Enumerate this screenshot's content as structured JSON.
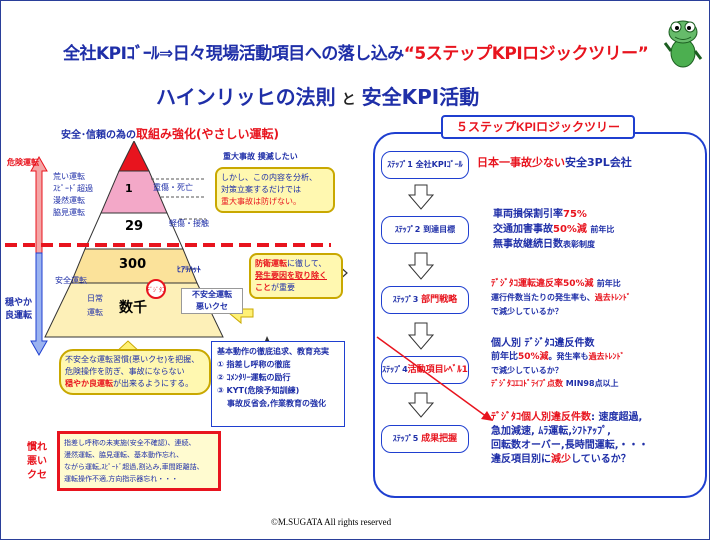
{
  "title_line1": "全社KPIｺﾞｰﾙ⇒日々現場活動項目への落し込み",
  "title_line1_red": "“5ステップKPIロジックツリー”",
  "title_line2_left": "ハインリッヒの法則",
  "title_line2_to": "と",
  "title_line2_right": "安全KPI活動",
  "subtitle": "安全･信頼の為の",
  "subtitle_red": "取組み強化(やさしい運転)",
  "pyramid": {
    "l1": "1",
    "l2": "29",
    "l3": "300",
    "l4": "数千",
    "label_r1": "重傷・死亡",
    "label_r2": "軽傷・接触",
    "label_r3": "ﾋｱﾘﾊｯﾄ",
    "label_r4a": "不安全運転",
    "label_r4b": "悪いクセ",
    "label_daily_a": "日常",
    "label_daily_b": "運転"
  },
  "left_labels": {
    "danger": "危険運転",
    "d1": "荒い運転",
    "d2": "ｽﾋﾟｰﾄﾞ超過",
    "d3": "漫然運転",
    "d4": "脇見運転",
    "safe": "安全運転",
    "calm_a": "穏やか",
    "calm_b": "良運転",
    "habit_a": "慣れ",
    "habit_b": "悪い",
    "habit_c": "クセ"
  },
  "accident_box": {
    "title": "重大事故 撲滅したい",
    "lines": [
      "しかし、この内容を分析、",
      "対策立案するだけでは",
      "重大事故は防げない。"
    ]
  },
  "prevent_box": {
    "l1a": "防衛運転",
    "l1b": "に徹して、",
    "l2": "発生要因を取り除く",
    "l3a": "こと",
    "l3b": "が重要"
  },
  "habit_box": {
    "l1": "不安全な運転習慣(悪いクセ)を把握、",
    "l2": "危険操作を防ぎ、事故にならない",
    "l3a": "穏やか良運転",
    "l3b": "が出来るようにする。"
  },
  "basic_box": {
    "title": "基本動作の徹底追求、教育充実",
    "i1": "① 指差し呼称の徹底",
    "i2": "② ｺﾒﾝﾀﾘｰ運転の励行",
    "i3": "③ KYT(危険予知訓練)",
    "i4": "事故反省会,作業教育の強化"
  },
  "habit_list": [
    "指差し呼称の未実施(安全不確認)、連続、",
    "漫然運転、脇見運転、基本動作忘れ、",
    "ながら運転,ｽﾋﾟｰﾄﾞ超過,割込み,車間距離詰、",
    "運転操作不適,方向指示器忘れ・・・"
  ],
  "logic_tree_title": "５ステップKPIロジックツリー",
  "steps": [
    {
      "label": "ｽﾃｯﾌﾟ1 全社KPIｺﾞｰﾙ"
    },
    {
      "label": "ｽﾃｯﾌﾟ2 到達目標"
    },
    {
      "label_a": "ｽﾃｯﾌﾟ3",
      "label_b": "部門戦略"
    },
    {
      "label_a": "ｽﾃｯﾌﾟ4",
      "label_b": "活動項目ﾚﾍﾞﾙ1"
    },
    {
      "label_a": "ｽﾃｯﾌﾟ5",
      "label_b": "成果把握"
    }
  ],
  "step1_text_red": "日本一事故少ない",
  "step1_text": "安全3PL会社",
  "step2": {
    "l1": "車両損保割引率",
    "l1r": "75%",
    "l2": "交通加害事故",
    "l2r": "50%減",
    "l2s": "前年比",
    "l3": "無事故継続日数",
    "l3s": "表彰制度"
  },
  "step3": {
    "l1a": "ﾃﾞｼﾞﾀｺ運転違反率",
    "l1b": "50%減",
    "l1c": "前年比",
    "l2a": "運行件数当たりの発生率も、",
    "l2b": "過去ﾄﾚﾝﾄﾞ",
    "l3": "で減少しているか？"
  },
  "step4": {
    "l1": "個人別 ﾃﾞｼﾞﾀｺ違反件数",
    "l2a": "前年比",
    "l2b": "50%減",
    "l2c": "。発生率も",
    "l2d": "過去ﾄﾚﾝﾄﾞ",
    "l3": "で減少しているか？",
    "l4a": "ﾃﾞｼﾞﾀｺｴｺﾄﾞﾗｲﾌﾞ点数",
    "l4b": "MIN98点以上"
  },
  "step5": {
    "l1a": "ﾃﾞｼﾞﾀｺ個人別違反件数",
    "l1b": ": 速度超過,",
    "l2": "急加減速, ﾑﾗ運転,ｼﾌﾄｱｯﾌﾟ,",
    "l3": "回転数オーバー,長時間運転,・・・",
    "l4a": "違反項目別に",
    "l4b": "減少",
    "l4c": "しているか？"
  },
  "copyright": "©M.SUGATA  All rights reserved",
  "colors": {
    "blue": "#1f2fa8",
    "red": "#e8141e",
    "yellow": "#fff8b0",
    "pyramid_top": "#e8141e"
  }
}
